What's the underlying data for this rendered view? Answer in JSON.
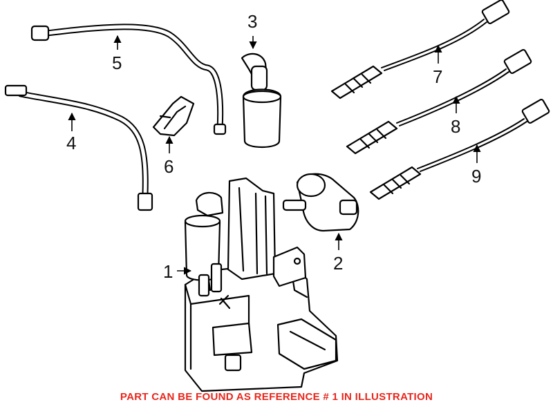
{
  "diagram": {
    "callouts": [
      "1",
      "2",
      "3",
      "4",
      "5",
      "6",
      "7",
      "8",
      "9"
    ],
    "note": "PART CAN BE FOUND AS REFERENCE # 1 IN ILLUSTRATION",
    "note_color": "#e8261c",
    "line_color": "#000000"
  }
}
